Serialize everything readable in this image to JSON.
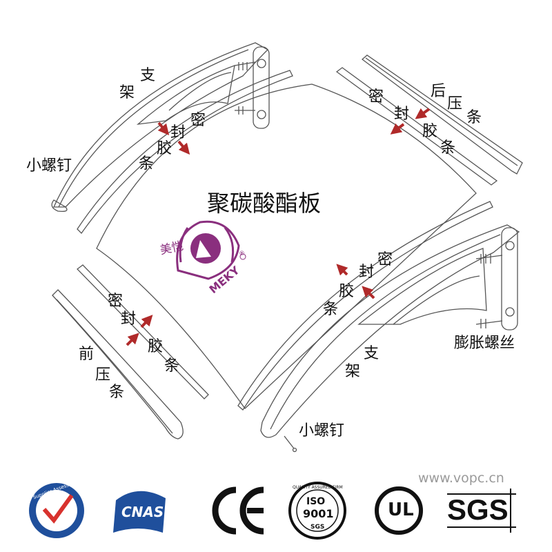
{
  "title": "聚碳酸酯板",
  "website": "www.vopc.cn",
  "brand_logo": {
    "name": "meky-logo",
    "text_cn": "美恺",
    "text_en": "MEKY",
    "mark": "®"
  },
  "labels": {
    "bracket_top": [
      "支",
      "架"
    ],
    "seal_top_left": [
      "密",
      "封",
      "胶",
      "条"
    ],
    "small_screw_top": "小螺钉",
    "rear_bar": [
      "后",
      "压",
      "条"
    ],
    "seal_top_right": [
      "密",
      "封",
      "胶",
      "条"
    ],
    "seal_bottom_left": [
      "密",
      "封",
      "胶",
      "条"
    ],
    "front_bar": [
      "前",
      "压",
      "条"
    ],
    "seal_bottom_right": [
      "密",
      "封",
      "胶",
      "条"
    ],
    "bracket_bottom": [
      "支",
      "架"
    ],
    "expansion_screw": "膨胀螺丝",
    "small_screw_bottom": "小螺钉"
  },
  "certifications": [
    {
      "name": "supplier-assessment",
      "text": "Supplier Assessment"
    },
    {
      "name": "cnas",
      "text": "CNAS"
    },
    {
      "name": "ce",
      "text": "CE"
    },
    {
      "name": "iso9001",
      "text_top": "QUALITY ASSURED FIRM",
      "text_main": "ISO",
      "text_num": "9001",
      "text_bottom": "SGS"
    },
    {
      "name": "ul",
      "text": "UL"
    },
    {
      "name": "sgs",
      "text": "SGS"
    }
  ],
  "colors": {
    "arrow": "#b02a2a",
    "line": "#555555",
    "logo": "#8a2f7e",
    "cert_blue": "#1f4f9c",
    "url": "#9a9a9a"
  }
}
